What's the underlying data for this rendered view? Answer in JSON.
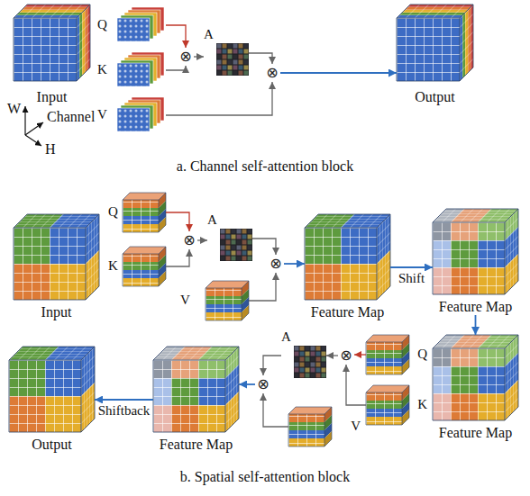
{
  "diagram": {
    "nodes": [
      {
        "text": [
          "Input"
        ]
      },
      {
        "text": [
          "Q"
        ]
      },
      {
        "text": [
          "K"
        ]
      },
      {
        "text": [
          "V"
        ]
      },
      {
        "text": [
          "⊗"
        ]
      },
      {
        "text": [
          "A"
        ]
      },
      {
        "text": [
          "⊗"
        ]
      },
      {
        "text": [
          "Output"
        ]
      },
      {
        "text": [
          "Input"
        ]
      },
      {
        "text": [
          "Q"
        ]
      },
      {
        "text": [
          "K"
        ]
      },
      {
        "text": [
          "V"
        ]
      },
      {
        "text": [
          "⊗"
        ]
      },
      {
        "text": [
          "A"
        ]
      },
      {
        "text": [
          "⊗"
        ]
      },
      {
        "text": [
          "Feature Map"
        ]
      },
      {
        "text": [
          "Feature Map"
        ]
      },
      {
        "text": [
          "Feature Map"
        ]
      },
      {
        "text": [
          "Q"
        ]
      },
      {
        "text": [
          "K"
        ]
      },
      {
        "text": [
          "V"
        ]
      },
      {
        "text": [
          "⊗"
        ]
      },
      {
        "text": [
          "A"
        ]
      },
      {
        "text": [
          "⊗"
        ]
      },
      {
        "text": [
          "Feature Map"
        ]
      },
      {
        "text": [
          "Output"
        ]
      }
    ],
    "edges": [
      {
        "from": 1,
        "to": 4,
        "arrow": "to"
      },
      {
        "from": 2,
        "to": 4,
        "arrow": "to"
      },
      {
        "from": 4,
        "to": 5,
        "arrow": "to"
      },
      {
        "from": 5,
        "to": 6,
        "arrow": "to"
      },
      {
        "from": 3,
        "to": 6,
        "arrow": "to"
      },
      {
        "from": 6,
        "to": 7,
        "arrow": "to"
      },
      {
        "from": 9,
        "to": 12,
        "arrow": "to"
      },
      {
        "from": 10,
        "to": 12,
        "arrow": "to"
      },
      {
        "from": 12,
        "to": 13,
        "arrow": "to"
      },
      {
        "from": 13,
        "to": 14,
        "arrow": "to"
      },
      {
        "from": 11,
        "to": 14,
        "arrow": "to"
      },
      {
        "from": 14,
        "to": 15,
        "arrow": "to"
      },
      {
        "from": 15,
        "to": 16,
        "label": "Shift",
        "arrow": "to"
      },
      {
        "from": 16,
        "to": 17,
        "arrow": "to"
      },
      {
        "from": 18,
        "to": 21,
        "arrow": "to"
      },
      {
        "from": 19,
        "to": 21,
        "arrow": "to"
      },
      {
        "from": 21,
        "to": 22,
        "arrow": "to"
      },
      {
        "from": 22,
        "to": 23,
        "arrow": "to"
      },
      {
        "from": 20,
        "to": 23,
        "arrow": "to"
      },
      {
        "from": 23,
        "to": 24,
        "arrow": "to"
      },
      {
        "from": 24,
        "to": 25,
        "label": "Shiftback",
        "arrow": "to"
      }
    ],
    "labels": [
      "W",
      "Channel",
      "H",
      "a. Channel self-attention block",
      "b. Spatial self-attention block"
    ]
  }
}
